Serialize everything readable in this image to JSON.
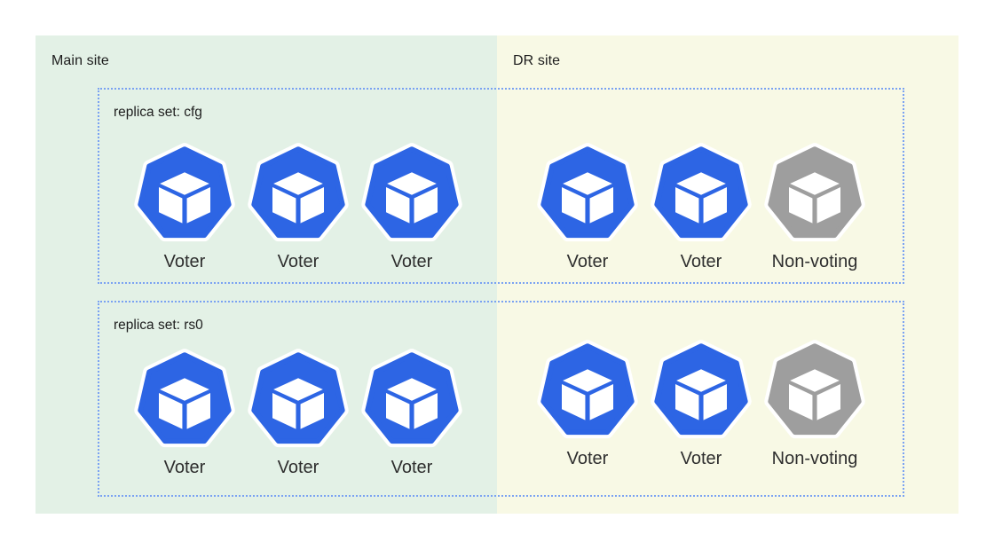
{
  "diagram": {
    "page_background": "#ffffff",
    "sites": [
      {
        "id": "main",
        "label": "Main site",
        "background": "#e3f1e6"
      },
      {
        "id": "dr",
        "label": "DR site",
        "background": "#f8f9e5"
      }
    ],
    "replica_sets": [
      {
        "label": "replica set: cfg",
        "main_nodes": [
          {
            "role": "voter",
            "label": "Voter"
          },
          {
            "role": "voter",
            "label": "Voter"
          },
          {
            "role": "voter",
            "label": "Voter"
          }
        ],
        "dr_nodes": [
          {
            "role": "voter",
            "label": "Voter"
          },
          {
            "role": "voter",
            "label": "Voter"
          },
          {
            "role": "non_voting",
            "label": "Non-voting"
          }
        ]
      },
      {
        "label": "replica set: rs0",
        "main_nodes": [
          {
            "role": "voter",
            "label": "Voter"
          },
          {
            "role": "voter",
            "label": "Voter"
          },
          {
            "role": "voter",
            "label": "Voter"
          }
        ],
        "dr_nodes": [
          {
            "role": "voter",
            "label": "Voter"
          },
          {
            "role": "voter",
            "label": "Voter"
          },
          {
            "role": "non_voting",
            "label": "Non-voting"
          }
        ]
      }
    ],
    "node_colors": {
      "voter": "#2d65e4",
      "non_voting": "#9e9e9e"
    },
    "box_border_color": "#7aa2f2",
    "icon_name": "pod-heptagon-cube-icon"
  }
}
